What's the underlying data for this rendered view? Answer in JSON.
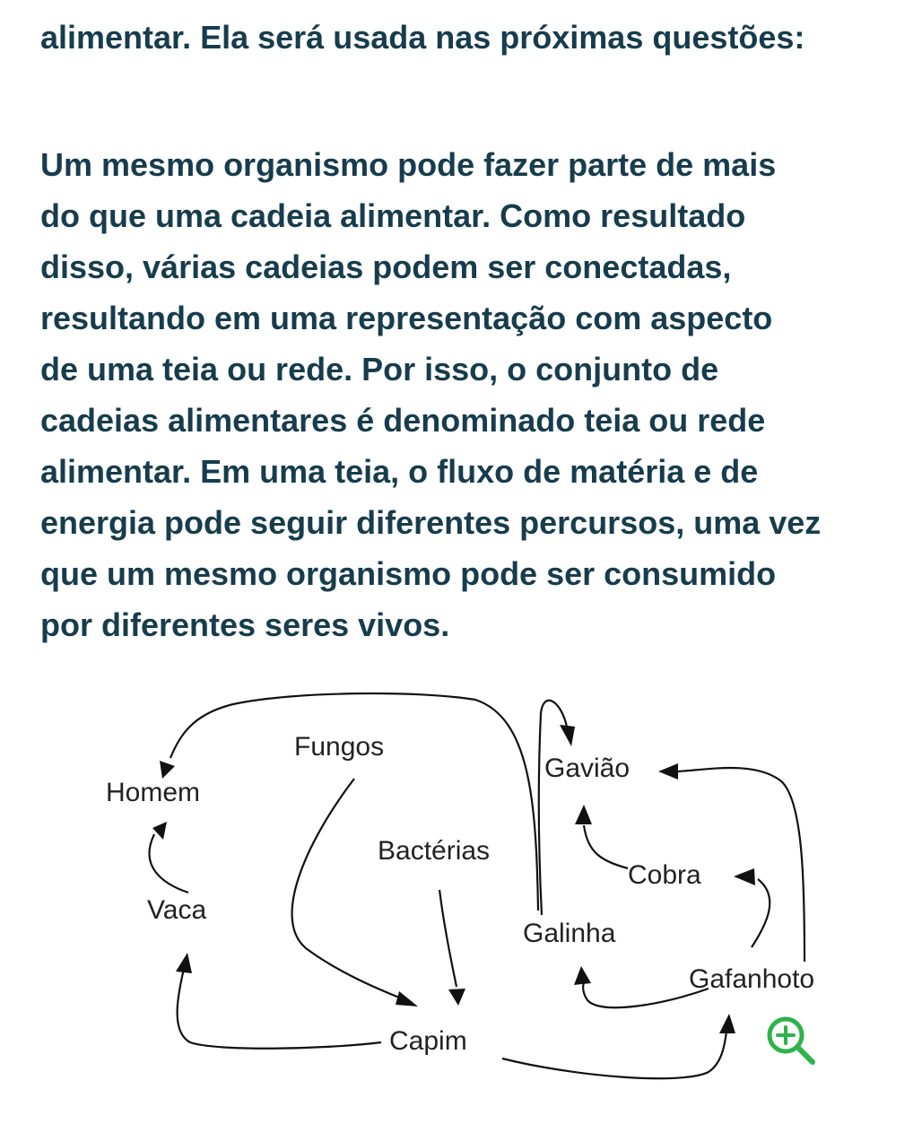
{
  "article": {
    "intro_line": "alimentar. Ela será usada nas próximas questões:",
    "paragraph_lines": [
      "Um mesmo organismo pode fazer parte de mais",
      "do que uma cadeia alimentar. Como resultado",
      "disso, várias cadeias podem ser conectadas,",
      "resultando em uma representação com aspecto",
      "de uma teia ou rede. Por isso, o conjunto de",
      "cadeias alimentares é denominado teia ou rede",
      "alimentar. Em uma teia, o fluxo de matéria e de",
      "energia pode seguir diferentes percursos, uma vez",
      "que um mesmo organismo pode ser consumido",
      "por diferentes seres vivos."
    ]
  },
  "food_web": {
    "nodes": {
      "homem": "Homem",
      "fungos": "Fungos",
      "gaviao": "Gavião",
      "bacterias": "Bactérias",
      "cobra": "Cobra",
      "vaca": "Vaca",
      "galinha": "Galinha",
      "gafanhoto": "Gafanhoto",
      "capim": "Capim"
    }
  },
  "zoom_button": {
    "icon": "zoom-in-icon",
    "color": "#2db34a"
  },
  "colors": {
    "text": "#173c4d",
    "diagram_ink": "#111111"
  }
}
